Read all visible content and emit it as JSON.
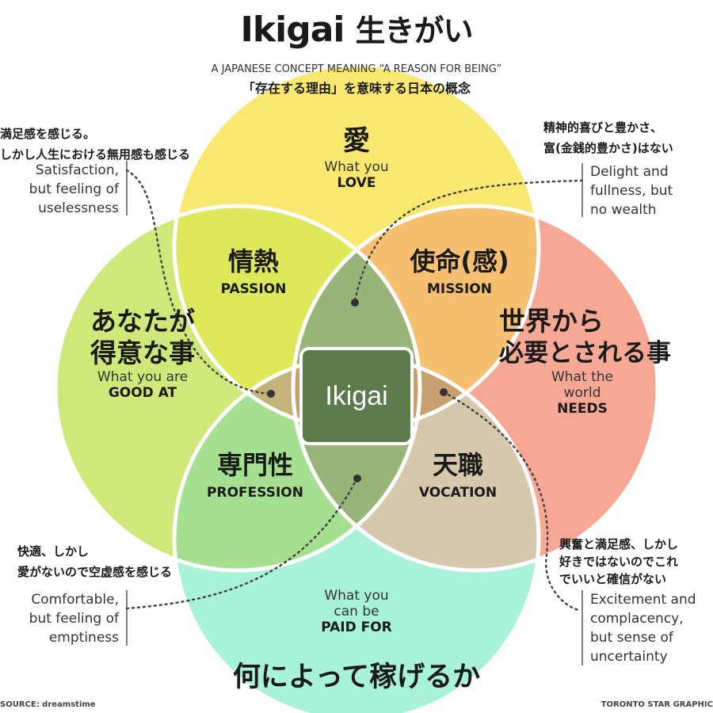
{
  "header": {
    "title": "Ikigai",
    "title_jp": "生きがい",
    "subtitle_en": "A JAPANESE CONCEPT MEANING “A REASON FOR BEING”",
    "subtitle_jp": "「存在する理由」を意味する日本の概念"
  },
  "center": {
    "label": "Ikigai"
  },
  "circles": {
    "love": {
      "jp": "愛",
      "en_line1": "What you",
      "en_bold": "LOVE",
      "color": "#f8e870"
    },
    "good_at": {
      "jp_line1": "あなたが",
      "jp_line2": "得意な事",
      "en_line1": "What you are",
      "en_bold": "GOOD AT",
      "color": "#cfe87a"
    },
    "needs": {
      "jp_line1": "世界から",
      "jp_line2": "必要とされる事",
      "en_line1": "What the",
      "en_line2": "world",
      "en_bold": "NEEDS",
      "color": "#f7a895"
    },
    "paid_for": {
      "jp": "何によって稼げるか",
      "en_line1": "What you",
      "en_line2": "can be",
      "en_bold": "PAID FOR",
      "color": "#a8f2d8"
    }
  },
  "overlaps": {
    "passion": {
      "jp": "情熱",
      "en": "PASSION",
      "color": "#dde85a"
    },
    "mission": {
      "jp": "使命(感)",
      "en": "MISSION",
      "color": "#f7c070"
    },
    "profession": {
      "jp": "専門性",
      "en": "PROFESSION",
      "color": "#a4e090"
    },
    "vocation": {
      "jp": "天職",
      "en": "VOCATION",
      "color": "#d6c8ac"
    }
  },
  "notes": {
    "top_left": {
      "jp_line1": "満足感を感じる。",
      "jp_line2": "しかし人生における無用感も感じる",
      "en_line1": "Satisfaction,",
      "en_line2": "but feeling of",
      "en_line3": "uselessness"
    },
    "top_right": {
      "jp_line1": "精神的喜びと豊かさ、",
      "jp_line2": "富(金銭的豊かさ)はない",
      "en_line1": "Delight and",
      "en_line2": "fullness, but",
      "en_line3": "no wealth"
    },
    "bottom_left": {
      "jp_line1": "快適、しかし",
      "jp_line2": "愛がないので空虚感を感じる",
      "en_line1": "Comfortable,",
      "en_line2": "but feeling of",
      "en_line3": "emptiness"
    },
    "bottom_right": {
      "jp_line1": "興奮と満足感、しかし",
      "jp_line2": "好きではないのでこれ",
      "jp_line3": "でいいと確信がない",
      "en_line1": "Excitement and",
      "en_line2": "complacency,",
      "en_line3": "but sense of",
      "en_line4": "uncertainty"
    }
  },
  "footer": {
    "source": "SOURCE: dreamstime",
    "credit": "TORONTO STAR GRAPHIC"
  }
}
